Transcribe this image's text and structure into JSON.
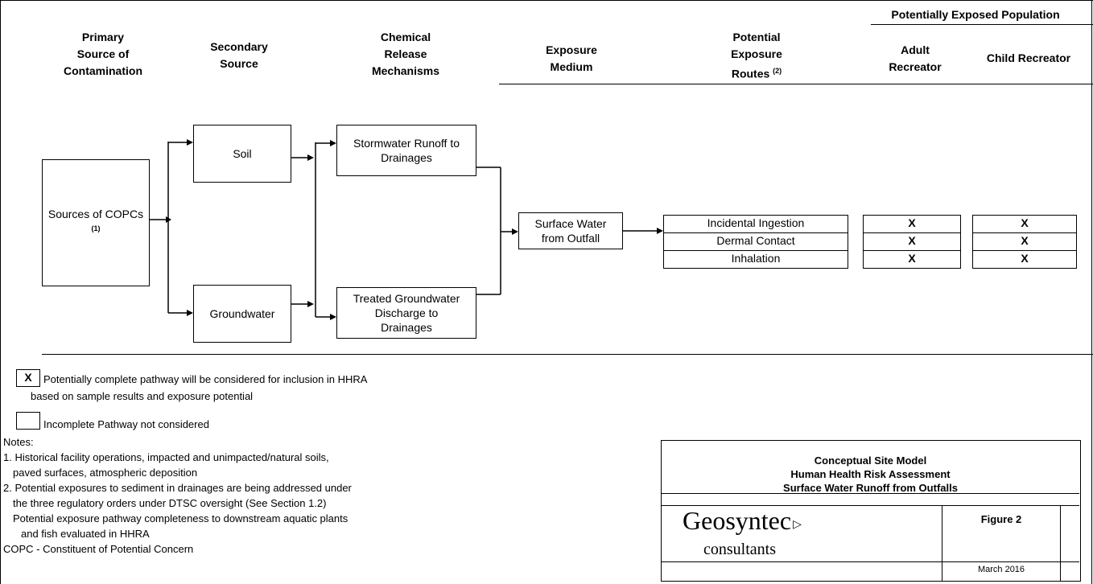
{
  "header": {
    "population_group": "Potentially Exposed Population",
    "columns": {
      "primary_source": [
        "Primary",
        "Source of",
        "Contamination"
      ],
      "secondary_source": [
        "Secondary",
        "Source"
      ],
      "release_mechanisms": [
        "Chemical",
        "Release",
        "Mechanisms"
      ],
      "exposure_medium": [
        "Exposure",
        "Medium"
      ],
      "exposure_routes": [
        "Potential",
        "Exposure",
        "Routes"
      ],
      "exposure_routes_note": "(2)",
      "adult": [
        "Adult",
        "Recreator"
      ],
      "child": "Child Recreator"
    }
  },
  "diagram": {
    "primary_box": "Sources of COPCs",
    "primary_box_note": "(1)",
    "soil": "Soil",
    "groundwater": "Groundwater",
    "stormwater": "Stormwater Runoff to Drainages",
    "treated_gw": "Treated Groundwater Discharge to Drainages",
    "medium": "Surface Water from Outfall",
    "routes": [
      "Incidental Ingestion",
      "Dermal Contact",
      "Inhalation"
    ],
    "adult_marks": [
      "X",
      "X",
      "X"
    ],
    "child_marks": [
      "X",
      "X",
      "X"
    ]
  },
  "legend": {
    "complete_symbol": "X",
    "complete_text_1": "Potentially complete pathway will be considered for inclusion in HHRA",
    "complete_text_2": "based on sample results and exposure potential",
    "incomplete_text": "Incomplete Pathway not considered"
  },
  "notes": {
    "title": "Notes:",
    "lines": [
      "1. Historical facility operations, impacted and unimpacted/natural soils,",
      "paved surfaces, atmospheric deposition",
      "2. Potential exposures to sediment in drainages are being addressed under",
      "the three regulatory orders under DTSC oversight (See Section 1.2)",
      "Potential exposure pathway completeness to downstream aquatic plants",
      "and fish evaluated in HHRA",
      "COPC - Constituent of Potential Concern"
    ]
  },
  "title_block": {
    "line1": "Conceptual Site Model",
    "line2": "Human Health Risk Assessment",
    "line3": "Surface Water Runoff from Outfalls",
    "logo_name": "Geosyntec",
    "logo_sub": "consultants",
    "figure": "Figure 2",
    "date": "March 2016"
  },
  "colors": {
    "line": "#000000",
    "background": "#ffffff"
  }
}
